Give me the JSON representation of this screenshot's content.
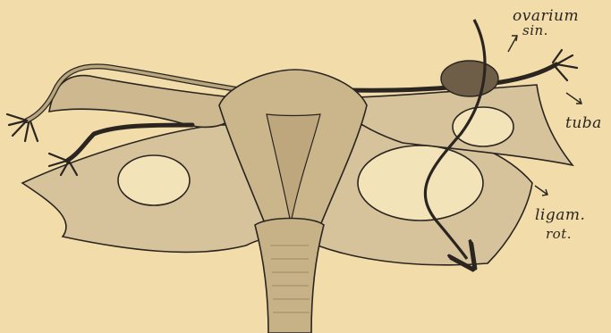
{
  "labels": {
    "ovarium": "ovarium",
    "sin": "sin.",
    "tuba": "tuba",
    "ligam": "ligam.",
    "rot": "rot."
  },
  "colors": {
    "background": "#f2dcaa",
    "tissue": "#d7c39b",
    "tissue_dark": "#b9a67f",
    "outline": "#2a2520",
    "ovary": "#6e5e48"
  }
}
